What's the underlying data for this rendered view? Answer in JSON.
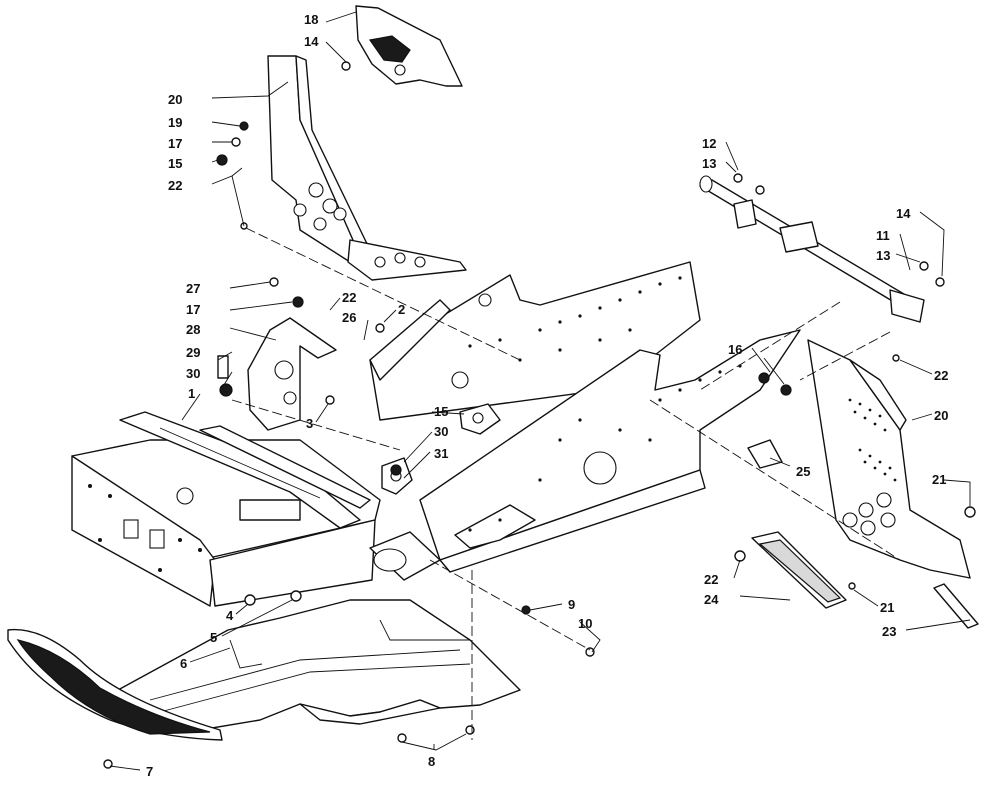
{
  "diagram": {
    "callouts": [
      {
        "id": "c18a",
        "text": "18"
      },
      {
        "id": "c14a",
        "text": "14"
      },
      {
        "id": "c20a",
        "text": "20"
      },
      {
        "id": "c19",
        "text": "19"
      },
      {
        "id": "c17a",
        "text": "17"
      },
      {
        "id": "c15a",
        "text": "15"
      },
      {
        "id": "c22a",
        "text": "22"
      },
      {
        "id": "c27",
        "text": "27"
      },
      {
        "id": "c17b",
        "text": "17"
      },
      {
        "id": "c22b",
        "text": "22"
      },
      {
        "id": "c26",
        "text": "26"
      },
      {
        "id": "c2",
        "text": "2"
      },
      {
        "id": "c28",
        "text": "28"
      },
      {
        "id": "c29",
        "text": "29"
      },
      {
        "id": "c30a",
        "text": "30"
      },
      {
        "id": "c1",
        "text": "1"
      },
      {
        "id": "c3",
        "text": "3"
      },
      {
        "id": "c15b",
        "text": "15"
      },
      {
        "id": "c30b",
        "text": "30"
      },
      {
        "id": "c31",
        "text": "31"
      },
      {
        "id": "c4",
        "text": "4"
      },
      {
        "id": "c5",
        "text": "5"
      },
      {
        "id": "c6",
        "text": "6"
      },
      {
        "id": "c7",
        "text": "7"
      },
      {
        "id": "c8",
        "text": "8"
      },
      {
        "id": "c9",
        "text": "9"
      },
      {
        "id": "c10",
        "text": "10"
      },
      {
        "id": "c12",
        "text": "12"
      },
      {
        "id": "c13a",
        "text": "13"
      },
      {
        "id": "c14b",
        "text": "14"
      },
      {
        "id": "c11",
        "text": "11"
      },
      {
        "id": "c13b",
        "text": "13"
      },
      {
        "id": "c16",
        "text": "16"
      },
      {
        "id": "c22c",
        "text": "22"
      },
      {
        "id": "c20b",
        "text": "20"
      },
      {
        "id": "c25",
        "text": "25"
      },
      {
        "id": "c21a",
        "text": "21"
      },
      {
        "id": "c22d",
        "text": "22"
      },
      {
        "id": "c24",
        "text": "24"
      },
      {
        "id": "c21b",
        "text": "21"
      },
      {
        "id": "c23",
        "text": "23"
      }
    ]
  }
}
